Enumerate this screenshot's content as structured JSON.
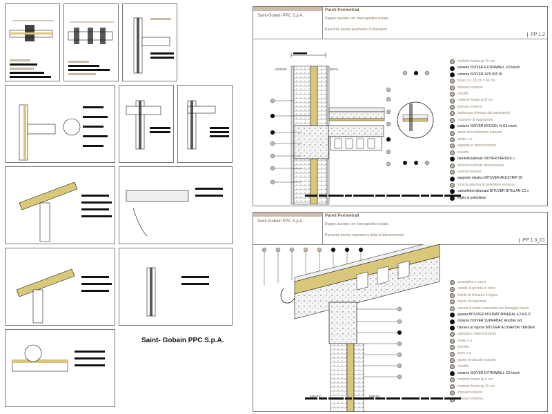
{
  "credit": "Saint- Gobain PPC S.p.A.",
  "sheet1": {
    "company": "Saint-Gobain PPC S.p.A.",
    "title": "Pareti Perimetrali",
    "subtitle": "Doppio tavolato con intercapedine isolata",
    "detail": "Raccordo parete-pavimento di interpiano",
    "code": "PP 1.2",
    "label_outside": "esterno",
    "label_inside": "interno",
    "legend": [
      {
        "text": "mattone forato sp.15 cm",
        "hl": false
      },
      {
        "text": "isolante ISOVER EXTRAWALL G3 touch",
        "hl": true
      },
      {
        "text": "isolante ISOVER XPS INT-W",
        "hl": true
      },
      {
        "text": "trave c.a. 30 cm x 30 cm",
        "hl": false
      },
      {
        "text": "intonaco esterno",
        "hl": false
      },
      {
        "text": "rinzaffo",
        "hl": false
      },
      {
        "text": "mattone forato sp.8 cm",
        "hl": false
      },
      {
        "text": "intonaco interno",
        "hl": false
      },
      {
        "text": "battiscopa (rilevato dal pavimento)",
        "hl": false
      },
      {
        "text": "massetto di ripartizione",
        "hl": false
      },
      {
        "text": "isolante ISOVER EKOSOL N G3 touch",
        "hl": true
      },
      {
        "text": "strato di livellamento impianti",
        "hl": false
      },
      {
        "text": "solaio c.a.",
        "hl": false
      },
      {
        "text": "pignatte in laterocemento",
        "hl": false
      },
      {
        "text": "travetto",
        "hl": false
      },
      {
        "text": "bandella laterale ISOVER PERISOL L",
        "hl": true
      },
      {
        "text": "striscia resiliente desolarizzata",
        "hl": false
      },
      {
        "text": "pavimentazione",
        "hl": false
      },
      {
        "text": "supporto elastico BITUVER AKUSTRIP 20",
        "hl": true
      },
      {
        "text": "striscia adesiva di polietilene espanso",
        "hl": false
      },
      {
        "text": "cartonfeltro bitumato BITUVER BITULAN C3 o",
        "hl": true
      },
      {
        "text": "foglio di polietilene",
        "hl": true
      }
    ]
  },
  "sheet2": {
    "company": "Saint-Gobain PPC S.p.A.",
    "title": "Pareti Perimetrali",
    "subtitle": "Doppio tavolato con intercapedine isolata",
    "detail": "Raccordo parete-copertura a falda in laterocemento",
    "code": "PP 1.3_01",
    "label_outside": "esterno",
    "label_inside": "interno",
    "legend": [
      {
        "text": "scossalina in rame",
        "hl": false
      },
      {
        "text": "canale di gronda in rame",
        "hl": false
      },
      {
        "text": "listello di chiusura in legno",
        "hl": false
      },
      {
        "text": "tegole di copertura",
        "hl": false
      },
      {
        "text": "cordoli di malta cementizia per fissaggio tegole",
        "hl": false
      },
      {
        "text": "guaina BITUVER POLIMAT MINERAL 4,5 KG P",
        "hl": true
      },
      {
        "text": "isolante ISOVER SUPERBAC Roofine G3",
        "hl": true
      },
      {
        "text": "barriera al vapore BITUVER ALUVAPOR TENDER",
        "hl": true
      },
      {
        "text": "pignatta in laterocemento",
        "hl": false
      },
      {
        "text": "solaio c.a.",
        "hl": false
      },
      {
        "text": "travetto",
        "hl": false
      },
      {
        "text": "trave c.a.",
        "hl": false
      },
      {
        "text": "giunto strutturale isolante",
        "hl": false
      },
      {
        "text": "rinzaffo",
        "hl": false
      },
      {
        "text": "isolante ISOVER EXTRAWALL G3 touch",
        "hl": true
      },
      {
        "text": "mattone forato sp.8 cm",
        "hl": false
      },
      {
        "text": "mattone forato sp.15 cm",
        "hl": false
      },
      {
        "text": "intonaco interno",
        "hl": false
      },
      {
        "text": "intonaco esterno",
        "hl": false
      }
    ]
  },
  "colors": {
    "accent": "#c4b4a3",
    "ink": "#111111",
    "insulation": "#d9c77a"
  }
}
